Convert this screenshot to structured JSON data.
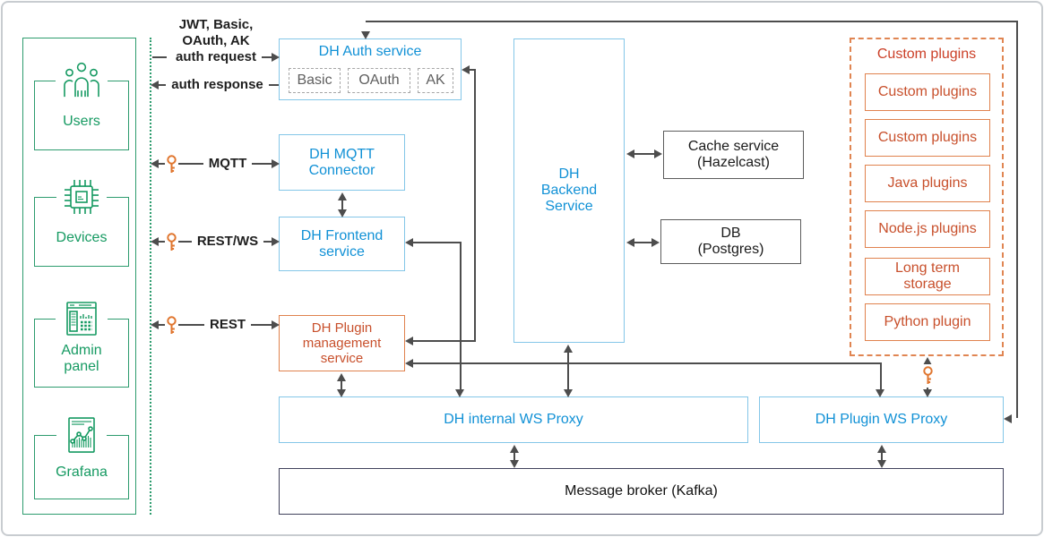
{
  "diagram": {
    "clients": {
      "users": "Users",
      "devices": "Devices",
      "admin_panel": "Admin panel",
      "grafana": "Grafana"
    },
    "annotations": {
      "auth_request": [
        "JWT, Basic,",
        "OAuth, AK",
        "auth request"
      ],
      "auth_response": "auth response",
      "mqtt": "MQTT",
      "rest_ws": "REST/WS",
      "rest": "REST"
    },
    "services": {
      "auth": "DH Auth service",
      "auth_modules": [
        "Basic",
        "OAuth",
        "AK"
      ],
      "mqtt_connector": "DH MQTT Connector",
      "frontend": "DH Frontend service",
      "plugin_management": "DH Plugin management service",
      "backend": "DH Backend Service",
      "cache": "Cache service (Hazelcast)",
      "db": "DB (Postgres)",
      "internal_ws_proxy": "DH internal WS Proxy",
      "plugin_ws_proxy": "DH Plugin WS Proxy",
      "message_broker": "Message broker (Kafka)"
    },
    "plugins": {
      "title": "Custom plugins",
      "items": [
        "Custom plugins",
        "Custom plugins",
        "Java plugins",
        "Node.js plugins",
        "Long term storage",
        "Python plugin"
      ]
    },
    "colors": {
      "blue_border": "#84c6e8",
      "blue_text": "#1191d6",
      "orange_border": "#e0824e",
      "orange_text": "#c8502c",
      "green": "#169a62",
      "dark_border": "#5c5c5c",
      "broker_border": "#40415c",
      "line": "#4d4d4d",
      "key": "#e0762f"
    }
  }
}
